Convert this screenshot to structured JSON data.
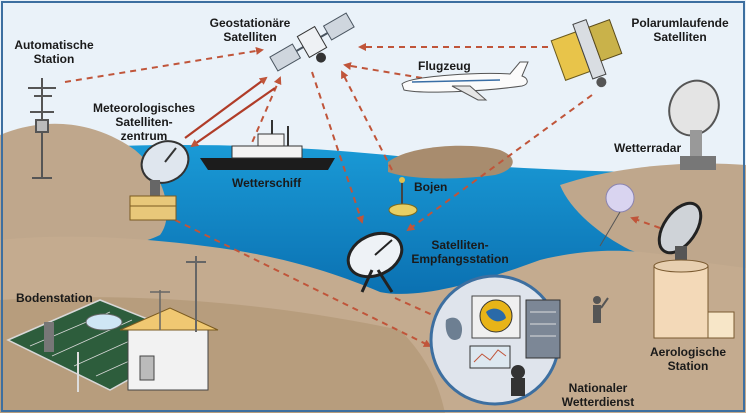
{
  "colors": {
    "sky": "#e9f1f8",
    "sea": "#0a86c7",
    "land": "#c1a98e",
    "land_dark": "#a88b6c",
    "arrow": "#c0553a",
    "frame": "#3d6fa0"
  },
  "labels": {
    "automatische_station": [
      "Automatische",
      "Station"
    ],
    "geostationaere": [
      "Geostationäre",
      "Satelliten"
    ],
    "polarumlaufende": [
      "Polarumlaufende",
      "Satelliten"
    ],
    "flugzeug": [
      "Flugzeug"
    ],
    "meteorologisches": [
      "Meteorologisches",
      "Satelliten-",
      "zentrum"
    ],
    "wetterradar": [
      "Wetterradar"
    ],
    "wetterschiff": [
      "Wetterschiff"
    ],
    "bojen": [
      "Bojen"
    ],
    "empfangsstation": [
      "Satelliten-",
      "Empfangsstation"
    ],
    "bodenstation": [
      "Bodenstation"
    ],
    "aerologische": [
      "Aerologische",
      "Station"
    ],
    "nationaler": [
      "Nationaler",
      "Wetterdienst"
    ]
  }
}
